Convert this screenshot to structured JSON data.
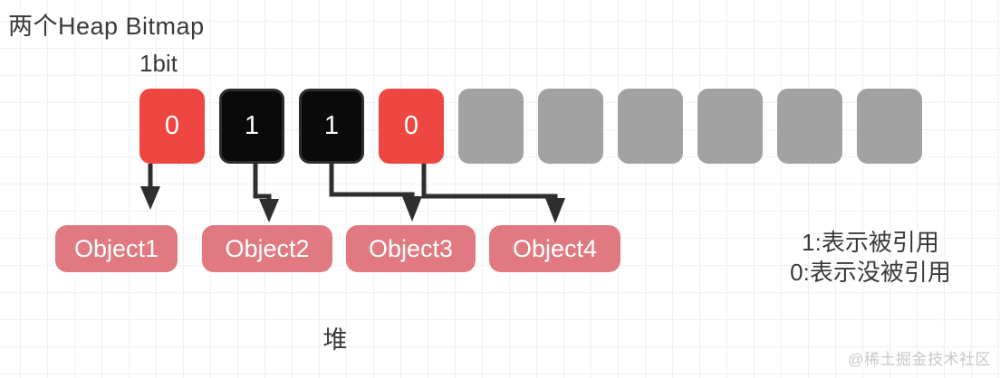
{
  "title": "两个Heap Bitmap",
  "bit_width_label": "1bit",
  "bitmap": {
    "bits": [
      {
        "value": "0",
        "state": "unreferenced"
      },
      {
        "value": "1",
        "state": "referenced"
      },
      {
        "value": "1",
        "state": "referenced"
      },
      {
        "value": "0",
        "state": "unreferenced"
      },
      {
        "value": "",
        "state": "unused"
      },
      {
        "value": "",
        "state": "unused"
      },
      {
        "value": "",
        "state": "unused"
      },
      {
        "value": "",
        "state": "unused"
      },
      {
        "value": "",
        "state": "unused"
      },
      {
        "value": "",
        "state": "unused"
      }
    ]
  },
  "objects": [
    {
      "label": "Object1"
    },
    {
      "label": "Object2"
    },
    {
      "label": "Object3"
    },
    {
      "label": "Object4"
    }
  ],
  "legend": {
    "line1": "1:表示被引用",
    "line2": "0:表示没被引用"
  },
  "heap_label": "堆",
  "watermark": "@稀土掘金技术社区",
  "colors": {
    "bit_referenced": "#0a0a0a",
    "bit_unreferenced": "#ee4741",
    "bit_unused": "#a2a2a2",
    "object_box": "#e17a80",
    "arrow": "#2e2e2e",
    "text": "#3a3a3a",
    "watermark": "#c8c8c8",
    "grid_line": "#eef0f4"
  }
}
